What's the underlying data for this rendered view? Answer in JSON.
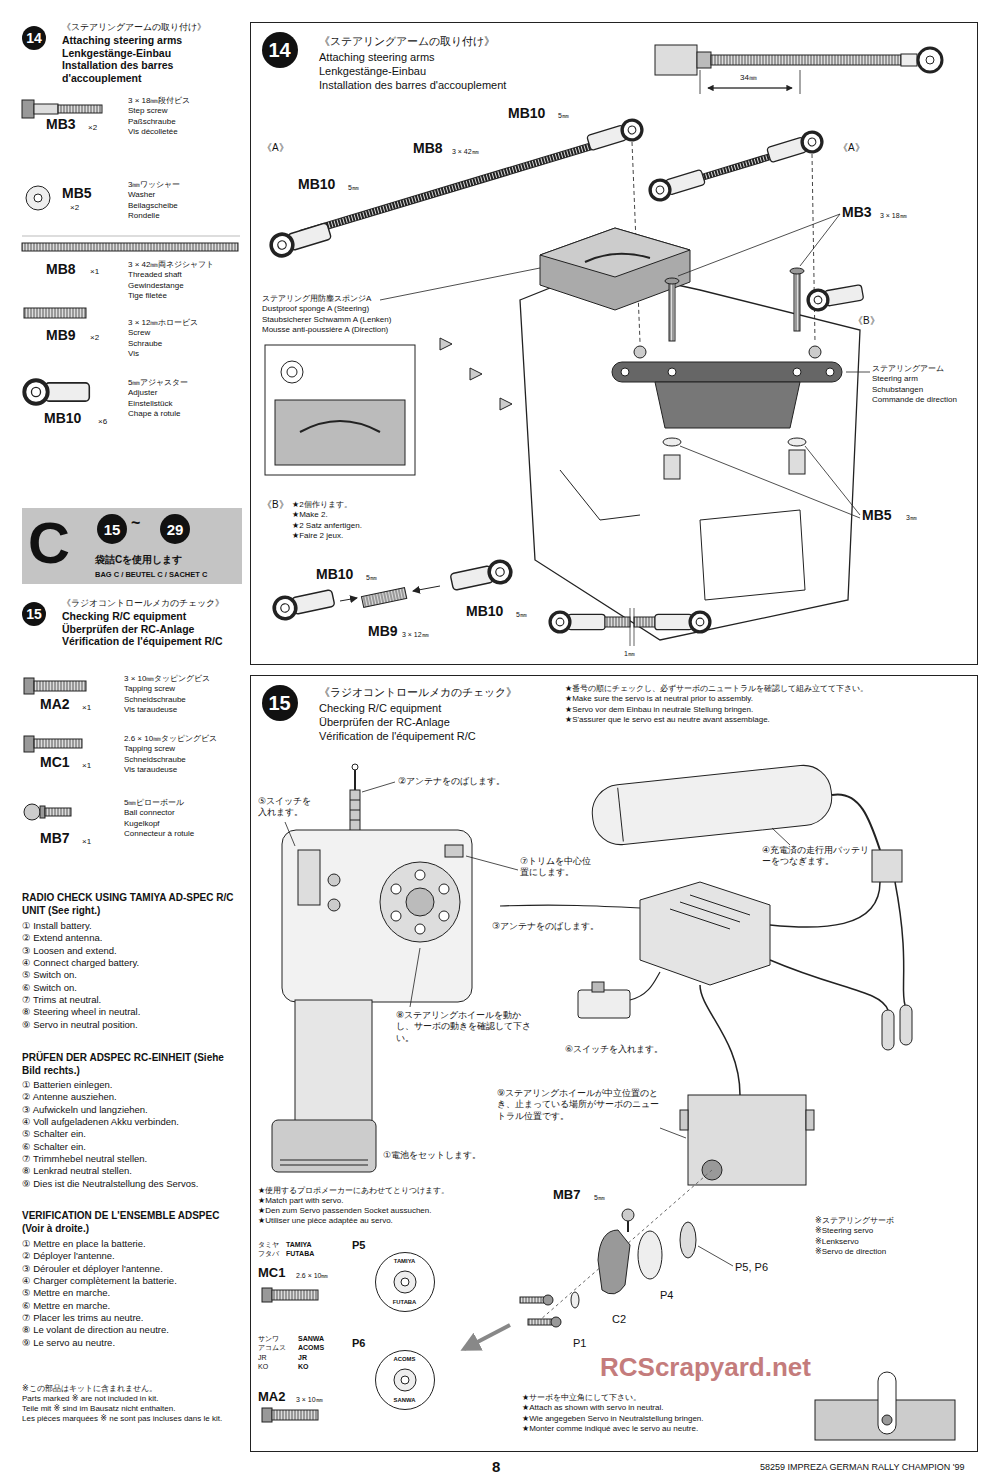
{
  "diagram": {
    "nodes": [
      {
        "text": [
          "14"
        ]
      },
      {
        "text": [
          "C",
          "袋詰Cを使用します",
          "BAG C / BEUTEL C / SACHET C"
        ]
      },
      {
        "text": [
          "15"
        ],
        "in": 1
      },
      {
        "text": [
          "29"
        ],
        "in": 1
      },
      {
        "text": [
          "15"
        ]
      },
      {
        "text": [
          "《ステアリングアームの取り付け》",
          "Attaching steering arms",
          "Lenkgestänge-Einbau",
          "Installation des barres d'accouplement"
        ]
      },
      {
        "text": [
          "14"
        ],
        "in": 5
      },
      {
        "text": [
          "《ラジオコントロールメカのチェック》",
          "Checking R/C equipment",
          "Überprüfen der RC-Anlage",
          "Vérification de l'équipement R/C"
        ]
      },
      {
        "text": [
          "15"
        ],
        "in": 7
      },
      {
        "text": [
          "TAMIYA",
          "FUTABA"
        ],
        "in": 7
      },
      {
        "text": [
          "ACOMS",
          "SANWA"
        ],
        "in": 7
      }
    ],
    "labels": [
      "《ステアリングアームの取り付け》",
      "Attaching steering arms",
      "Lenkgestänge-Einbau",
      "Installation des barres d'accouplement",
      "MB3",
      "×2",
      "3 × 18㎜段付ビス",
      "Step screw",
      "Paßschraube",
      "Vis décolletée",
      "MB5",
      "×2",
      "3㎜ワッシャー",
      "Washer",
      "Beilagscheibe",
      "Rondelle",
      "MB8",
      "×1",
      "3 × 42㎜両ネジシャフト",
      "Threaded shaft",
      "Gewindestange",
      "Tige filetée",
      "MB9",
      "×2",
      "3 × 12㎜ホロービス",
      "Screw",
      "Schraube",
      "Vis",
      "MB10",
      "×6",
      "5㎜アジャスター",
      "Adjuster",
      "Einstellstück",
      "Chape à rotule",
      "~",
      "《ラジオコントロールメカのチェック》",
      "Checking R/C equipment",
      "Überprüfen der RC-Anlage",
      "Vérification de l'équipement R/C",
      "MA2",
      "×1",
      "3 × 10㎜タッピングビス",
      "Tapping screw",
      "Schneidschraube",
      "Vis taraudeuse",
      "MC1",
      "×1",
      "2.6 × 10㎜タッピングビス",
      "Tapping screw",
      "Schneidschraube",
      "Vis taraudeuse",
      "MB7",
      "×1",
      "5㎜ピローボール",
      "Ball connector",
      "Kugelkopf",
      "Connecteur à rotule",
      "RADIO CHECK USING TAMIYA AD-SPEC R/C UNIT (See right.)",
      "① Install battery.",
      "② Extend antenna.",
      "③ Loosen and extend.",
      "④ Connect charged battery.",
      "⑤ Switch on.",
      "⑥ Switch on.",
      "⑦ Trims at neutral.",
      "⑧ Steering wheel in neutral.",
      "⑨ Servo in neutral position.",
      "PRÜFEN DER ADSPEC RC-EINHEIT (Siehe Bild rechts.)",
      "① Batterien einlegen.",
      "② Antenne ausziehen.",
      "③ Aufwickeln und langziehen.",
      "④ Voll aufgeladenen Akku verbinden.",
      "⑤ Schalter ein.",
      "⑥ Schalter ein.",
      "⑦ Trimmhebel neutral stellen.",
      "⑧ Lenkrad neutral stellen.",
      "⑨ Dies ist die Neutralstellung des Servos.",
      "VERIFICATION DE L'ENSEMBLE ADSPEC (Voir à droite.)",
      "① Mettre en place la batterie.",
      "② Déployer l'antenne.",
      "③ Dérouler et déployer l'antenne.",
      "④ Charger complètement la batterie.",
      "⑤ Mettre en marche.",
      "⑥ Mettre en marche.",
      "⑦ Placer les trims au neutre.",
      "⑧ Le volant de direction au neutre.",
      "⑨ Le servo au neutre.",
      "※この部品はキットに含まれません。",
      "Parts marked ※ are not included in kit.",
      "Teile mit ※ sind im Bausatz nicht enthalten.",
      "Les pièces marquées ※ ne sont pas incluses dans le kit.",
      "34㎜",
      "MB10",
      "5㎜",
      "《A》",
      "MB8",
      "3 × 42㎜",
      "《A》",
      "MB10",
      "5㎜",
      "MB3",
      "3 × 18㎜",
      "ステアリング用防塵スポンジA",
      "Dustproof sponge A (Steering)",
      "Staubsicherer Schwamm A (Lenken)",
      "Mousse anti-poussière A (Direction)",
      "《B》",
      "ステアリングアーム",
      "Steering arm",
      "Schubstangen",
      "Commande de direction",
      "《B》",
      "★2個作ります。",
      "★Make 2.",
      "★2 Satz anfertigen.",
      "★Faire 2 jeux.",
      "MB5",
      "3㎜",
      "MB10",
      "5㎜",
      "MB10",
      "5㎜",
      "MB9",
      "3 × 12㎜",
      "1㎜",
      "★番号の順にチェックし、必ずサーボのニュートラルを確認して組み立てて下さい。",
      "★Make sure the servo is at neutral prior to assembly.",
      "★Servo vor dem Einbau in neutrale Stellung bringen.",
      "★S'assurer que le servo est au neutre avant assemblage.",
      "②アンテナをのばします。",
      "⑤スイッチを入れます。",
      "⑦トリムを中心位置にします。",
      "③アンテナをのばします。",
      "④充電済の走行用バッテリーをつなぎます。",
      "⑧ステアリングホイールを動かし、サーボの動きを確認して下さい。",
      "⑥スイッチを入れます。",
      "⑨ステアリングホイールが中立位置のとき、止まっている場所がサーボのニュートラル位置です。",
      "①電池をセットします。",
      "★使用するプロポメーカーにあわせてとりつけます。",
      "★Match part with servo.",
      "★Den zum Servo passenden Socket aussuchen.",
      "★Utiliser une pièce adaptée au servo.",
      "タミヤ",
      "フタバ",
      "TAMIYA",
      "FUTABA",
      "P5",
      "MC1",
      "2.6 × 10㎜",
      "サンワ",
      "アコムス",
      "JR",
      "KO",
      "SANWA",
      "ACOMS",
      "JR",
      "KO",
      "P6",
      "MA2",
      "3 × 10㎜",
      "MB7",
      "5㎜",
      "P5, P6",
      "P4",
      "C2",
      "P1",
      "※ステアリングサーボ",
      "※Steering servo",
      "※Lenkservo",
      "※Servo de direction",
      "★サーボを中立角にして下さい。",
      "★Attach as shown with servo in neutral.",
      "★Wie angegeben Servo in Neutralstellung bringen.",
      "★Monter comme indiqué avec le servo au neutre.",
      "RCScrapyard.net",
      "8",
      "58259 IMPREZA GERMAN RALLY CHAMPION '99"
    ]
  }
}
